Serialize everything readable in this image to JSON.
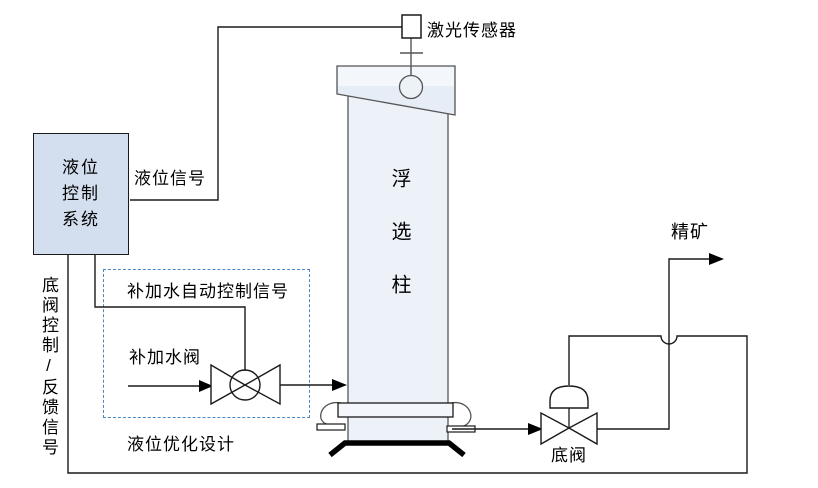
{
  "labels": {
    "laser_sensor": "激光传感器",
    "level_signal": "液位信号",
    "control_box_lines": [
      "液位",
      "控制",
      "系统"
    ],
    "bottom_feedback": "底阀控制/反馈信号",
    "makeup_water_signal": "补加水自动控制信号",
    "makeup_water_valve": "补加水阀",
    "level_optimization": "液位优化设计",
    "column": "浮选柱",
    "concentrate": "精矿",
    "bottom_valve": "底阀"
  },
  "colors": {
    "control_box_fill": "#d3deee",
    "column_fill": "#edf2f9",
    "column_top_fill": "#e6edf7",
    "column_top_band": "#f3f6fb",
    "widget_fill": "#f3f6fb",
    "dashed_border": "#4a86c6",
    "line_color": "#1a1a1a",
    "shape_stroke": "#555555"
  }
}
